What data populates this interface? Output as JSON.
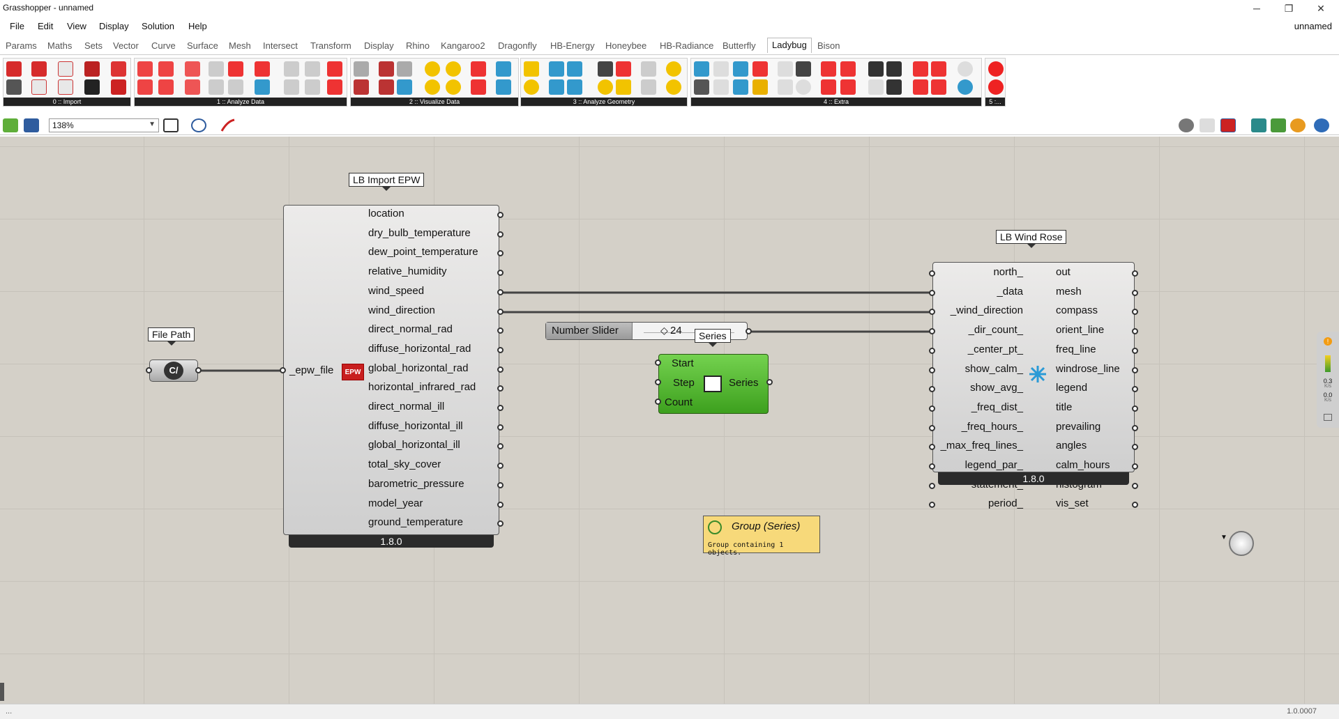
{
  "window": {
    "title": "Grasshopper - unnamed",
    "minimize": "─",
    "restore": "❐",
    "close": "✕",
    "document_name": "unnamed"
  },
  "menu": [
    "File",
    "Edit",
    "View",
    "Display",
    "Solution",
    "Help"
  ],
  "tabs": [
    "Params",
    "Maths",
    "Sets",
    "Vector",
    "Curve",
    "Surface",
    "Mesh",
    "Intersect",
    "Transform",
    "Display",
    "Rhino",
    "Kangaroo2",
    "Dragonfly",
    "HB-Energy",
    "Honeybee",
    "HB-Radiance",
    "Butterfly",
    "Ladybug",
    "Bison"
  ],
  "active_tab": "Ladybug",
  "ribbon_groups": [
    {
      "label": "0 :: Import"
    },
    {
      "label": "1 :: Analyze Data"
    },
    {
      "label": "2 :: Visualize Data"
    },
    {
      "label": "3 :: Analyze Geometry"
    },
    {
      "label": "4 :: Extra"
    },
    {
      "label": "5 :..."
    }
  ],
  "toolbar": {
    "zoom": "138%"
  },
  "components": {
    "file_path": {
      "nickname": "File Path",
      "icon_text": "C/"
    },
    "import_epw": {
      "nickname": "LB Import EPW",
      "input": "_epw_file",
      "icon_text": "EPW",
      "outputs": [
        "location",
        "dry_bulb_temperature",
        "dew_point_temperature",
        "relative_humidity",
        "wind_speed",
        "wind_direction",
        "direct_normal_rad",
        "diffuse_horizontal_rad",
        "global_horizontal_rad",
        "horizontal_infrared_rad",
        "direct_normal_ill",
        "diffuse_horizontal_ill",
        "global_horizontal_ill",
        "total_sky_cover",
        "barometric_pressure",
        "model_year",
        "ground_temperature"
      ],
      "version": "1.8.0"
    },
    "slider": {
      "name": "Number Slider",
      "value": "24",
      "marker": "◇"
    },
    "series": {
      "nickname": "Series",
      "inputs": [
        "Start",
        "Step",
        "Count"
      ],
      "output": "Series"
    },
    "group": {
      "title": "Group (Series)",
      "subtitle": "Group containing 1 objects."
    },
    "wind_rose": {
      "nickname": "LB Wind Rose",
      "inputs": [
        "north_",
        "_data",
        "_wind_direction",
        "_dir_count_",
        "_center_pt_",
        "show_calm_",
        "show_avg_",
        "_freq_dist_",
        "_freq_hours_",
        "_max_freq_lines_",
        "legend_par_",
        "statement_",
        "period_"
      ],
      "outputs": [
        "out",
        "mesh",
        "compass",
        "orient_line",
        "freq_line",
        "windrose_line",
        "legend",
        "title",
        "prevailing",
        "angles",
        "calm_hours",
        "histogram",
        "vis_set"
      ],
      "version": "1.8.0"
    }
  },
  "side_widget": {
    "warn": "!",
    "v1": "0.3",
    "u1": "K/s",
    "v2": "0.0",
    "u2": "K/s"
  },
  "status": {
    "left": "...",
    "right": "1.0.0007"
  },
  "colors": {
    "canvas": "#d4d0c8",
    "series_green": "#4cb82a",
    "group_yellow": "#f7d97a",
    "wire": "#444444"
  }
}
